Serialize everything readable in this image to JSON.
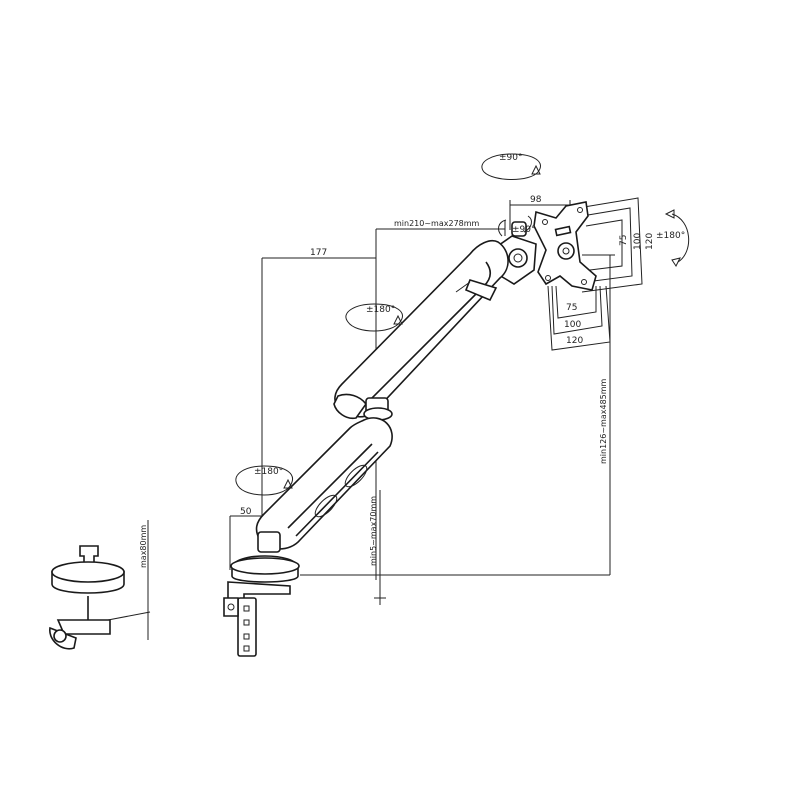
{
  "dimensions": {
    "tilt_top": "±90°",
    "tilt_head": "±90°",
    "rotate_monitor": "±180°",
    "swivel_arm": "±180°",
    "swivel_base": "±180°",
    "offset_98": "98",
    "reach": "min210~max278mm",
    "depth_177": "177",
    "base_50": "50",
    "lift_bottom": "min5~max70mm",
    "height_range": "min126~max485mm",
    "clamp_max": "max80mm"
  },
  "vesa": {
    "v120": "120",
    "v100": "100",
    "v75": "75",
    "h75": "75",
    "h100": "100",
    "h120": "120"
  },
  "colors": {
    "line": "#222222",
    "background": "#ffffff"
  }
}
